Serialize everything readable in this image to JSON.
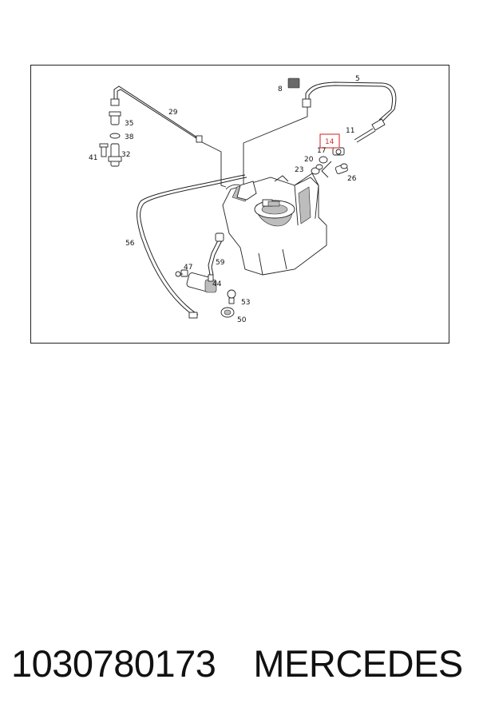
{
  "diagram": {
    "callouts": {
      "c5": "5",
      "c8": "8",
      "c11": "11",
      "c14": "14",
      "c17": "17",
      "c20": "20",
      "c23": "23",
      "c26": "26",
      "c29": "29",
      "c32": "32",
      "c35": "35",
      "c38": "38",
      "c41": "41",
      "c44": "44",
      "c47": "47",
      "c50": "50",
      "c53": "53",
      "c56": "56",
      "c59": "59"
    },
    "highlighted_callout": "14",
    "highlight_color": "#e04040"
  },
  "footer": {
    "part_number": "1030780173",
    "brand": "MERCEDES"
  }
}
